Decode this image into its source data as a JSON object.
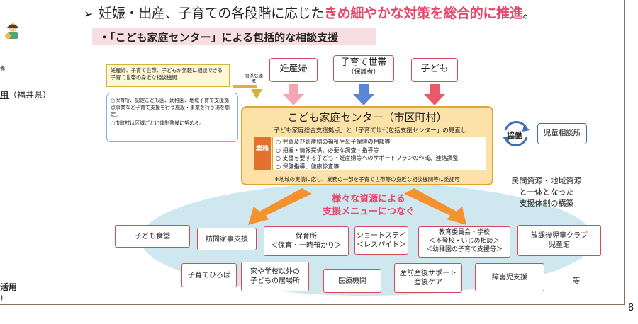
{
  "headline": {
    "arrow": "➢",
    "text_normal": "妊娠・出産、子育ての各段階に応じた",
    "text_highlight": "きめ細やかな対策を総合的に推進",
    "text_end": "。"
  },
  "subhead": {
    "prefix": "・",
    "underlined": "「こども家庭センター」",
    "rest": "による包括的な相談支援"
  },
  "left_panel": {
    "small": "備",
    "line1_underlined": "用",
    "line1_rest": "（福井県）",
    "line2": "活用",
    "line3": ")"
  },
  "definition_box": "妊産婦、子育て世帯、子どもが気軽に相談できる子育て世帯の身近な相談機関",
  "notes": [
    "○保育所、認定こども園、幼稚園、地域子育て支援拠点事業など子育て支援を行う施設・事業を行う場を想定。",
    "○市町村は区域ごとに体制整備に努める。"
  ],
  "mini_label": "関係な連携",
  "targets": [
    {
      "label": "妊産婦",
      "sub": ""
    },
    {
      "label": "子育て世帯",
      "sub": "（保護者）"
    },
    {
      "label": "子ども",
      "sub": ""
    }
  ],
  "center": {
    "title": "こども家庭センター（市区町村）",
    "subtitle": "「子ども家庭総合支援拠点」と「子育て世代包括支援センター」の見直し",
    "duty_tag": "業務",
    "duties": [
      "○ 児童及び妊産婦の福祉や母子保健の相談等",
      "○ 把握・情報提供、必要な調査・指導等",
      "○ 支援を要する子ども・妊産婦等へのサポートプランの作成、連絡調整",
      "○ 保健指導、健康診査等"
    ],
    "note": "※地域の実情に応じ、業務の一部を子育て世帯等の身近な相談機関等に委託可"
  },
  "right": {
    "cooperation": "協働",
    "child_guidance": "児童相談所",
    "text": [
      "民間資源・地域資源",
      "と一体となった",
      "支援体制の構築"
    ]
  },
  "spread": {
    "line1": "様々な資源による",
    "line2": "支援メニューにつなぐ"
  },
  "resources_row1": [
    {
      "label": "子ども食堂"
    },
    {
      "label": "訪問家事支援"
    },
    {
      "label": "保育所\n＜保育・一時預かり＞"
    },
    {
      "label": "ショートステイ\n＜レスパイト＞"
    },
    {
      "label": "教育委員会・学校\n＜不登校・いじめ相談＞\n＜幼稚園の子育て支援等＞"
    },
    {
      "label": "放課後児童クラブ\n児童館"
    }
  ],
  "resources_row2": [
    {
      "label": "子育てひろば"
    },
    {
      "label": "家や学校以外の\n子どもの居場所"
    },
    {
      "label": "医療機関"
    },
    {
      "label": "産前産後サポート\n産後ケア"
    },
    {
      "label": "障害児支援"
    }
  ],
  "etc": "等",
  "page_number": "8",
  "colors": {
    "highlight": "#e8466b",
    "center_fill": "#fde2a8",
    "center_border": "#e3a336",
    "ellipse": "#cfe8ef",
    "resource_border": "#d14b5b",
    "arrow_pink": "#f3a7b5",
    "arrow_blue": "#5b86d6",
    "arrow_red": "#e85a6a",
    "arrow_orange": "#f3922f"
  }
}
